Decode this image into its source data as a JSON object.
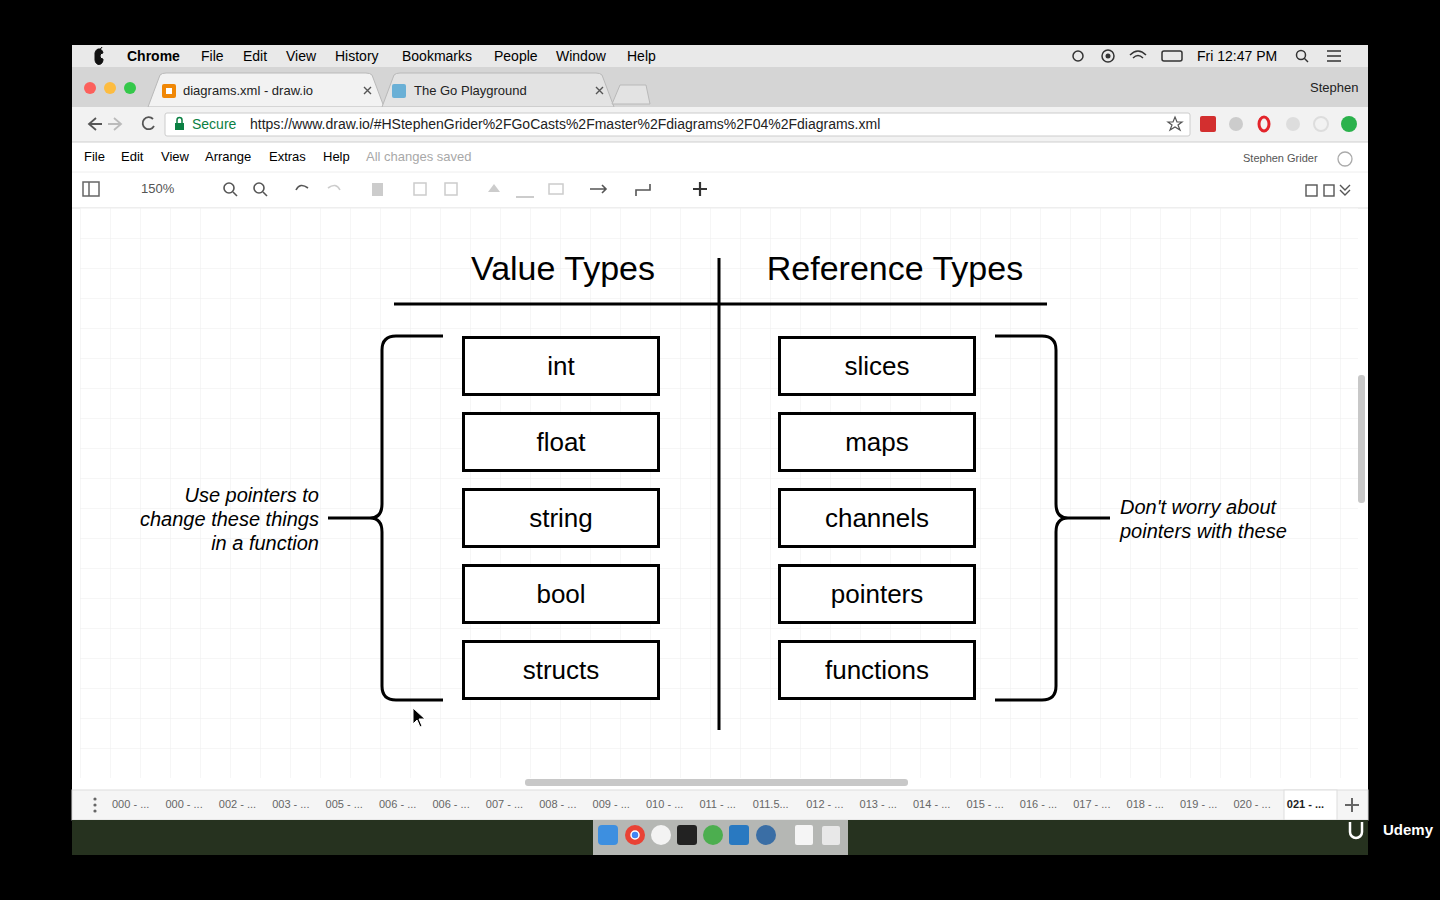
{
  "diagram": {
    "nodes": [
      {
        "text": [
          "int"
        ]
      },
      {
        "text": [
          "float"
        ]
      },
      {
        "text": [
          "string"
        ]
      },
      {
        "text": [
          "bool"
        ]
      },
      {
        "text": [
          "structs"
        ]
      },
      {
        "text": [
          "slices"
        ]
      },
      {
        "text": [
          "maps"
        ]
      },
      {
        "text": [
          "channels"
        ]
      },
      {
        "text": [
          "pointers"
        ]
      },
      {
        "text": [
          "functions"
        ]
      }
    ],
    "labels": [
      "Chrome",
      "File",
      "Edit",
      "View",
      "History",
      "Bookmarks",
      "People",
      "Window",
      "Help",
      "Fri 12:47 PM",
      "diagrams.xml - draw.io",
      "The Go Playground",
      "Stephen",
      "Secure",
      "https://www.draw.io/#HStephenGrider%2FGoCasts%2Fmaster%2Fdiagrams%2F04%2Fdiagrams.xml",
      "File",
      "Edit",
      "View",
      "Arrange",
      "Extras",
      "Help",
      "All changes saved",
      "Stephen Grider",
      "150%",
      "Value Types",
      "Reference Types",
      "Use pointers to change these things in a function",
      "Don't worry about pointers with these",
      "000 - ...",
      "000 - ...",
      "002 - ...",
      "003 - ...",
      "005 - ...",
      "006 - ...",
      "006 - ...",
      "007 - ...",
      "008 - ...",
      "009 - ...",
      "010 - ...",
      "011 - ...",
      "011.5...",
      "012 - ...",
      "013 - ...",
      "014 - ...",
      "015 - ...",
      "016 - ...",
      "017 - ...",
      "018 - ...",
      "019 - ...",
      "020 - ...",
      "021 - ...",
      "Udemy"
    ]
  }
}
